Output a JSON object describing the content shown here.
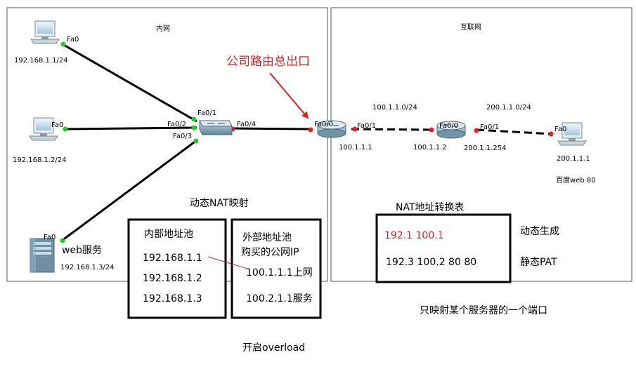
{
  "regions": {
    "lan_title": "内网",
    "internet_title": "互联网"
  },
  "hosts": {
    "pc1_ip": "192.168.1.1/24",
    "pc2_ip": "192.168.1.2/24",
    "server_label": "web服务",
    "server_ip": "192.168.1.3/24",
    "remote_ip": "200.1.1.1",
    "remote_service": "百度web  80"
  },
  "ports": {
    "pc1": "Fa0",
    "pc2": "Fa0",
    "server": "Fa0",
    "sw_fa01": "Fa0/1",
    "sw_fa02": "Fa0/2",
    "sw_fa03": "Fa0/3",
    "sw_fa04": "Fa0/4",
    "r1_fa00": "Fa0/0",
    "r1_fa01": "Fa0/1",
    "r2_fa00": "Fa0/0",
    "r2_fa01": "Fa0/1",
    "remote": "Fa0"
  },
  "networks": {
    "r1_ip": "100.1.1.1",
    "net1": "100.1.1.0/24",
    "r2_left_ip": "100.1.1.2",
    "r2_right_ip": "200.1.1.254",
    "net2": "200.1.1.0/24"
  },
  "annotations": {
    "exit_label": "公司路由总出口",
    "dynamic_nat": "动态NAT映射",
    "overload": "开启overload",
    "nat_table_title": "NAT地址转换表",
    "dynamic_gen": "动态生成",
    "static_pat": "静态PAT",
    "pat_note": "只映射某个服务器的一个端口"
  },
  "inner_pool": {
    "title": "内部地址池",
    "items": [
      "192.168.1.1",
      "192.168.1.2",
      "192.168.1.3"
    ]
  },
  "outer_pool": {
    "title": "外部地址池",
    "subtitle": "购买的公网IP",
    "items": [
      "100.1.1.1上网",
      "100.2.1.1服务"
    ]
  },
  "nat_table": {
    "row1": "192.1 100.1",
    "row2": "192.3 100.2   80   80"
  },
  "colors": {
    "up_port": "#22cc22",
    "down_port": "#dd2222",
    "accent_red": "#e02020"
  }
}
